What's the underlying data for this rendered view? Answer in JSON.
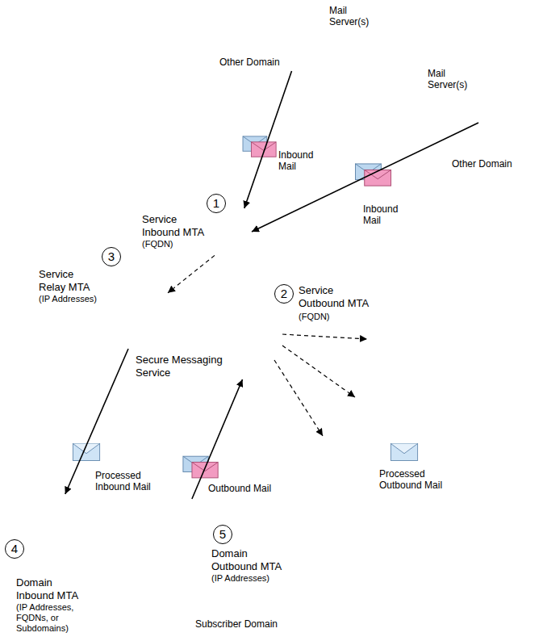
{
  "diagram": {
    "nodes": [
      {
        "text": [
          "Other Domain"
        ]
      },
      {
        "text": [
          "Mail Server(s)"
        ],
        "in": 0
      },
      {
        "text": [
          "Other Domain"
        ]
      },
      {
        "text": [
          "Mail Server(s)"
        ],
        "in": 2
      },
      {
        "text": [
          "Secure Messaging Service"
        ]
      },
      {
        "text": [
          "Service Inbound MTA",
          "(FQDN)"
        ],
        "in": 4
      },
      {
        "text": [
          "Service Relay MTA",
          "(IP Addresses)"
        ],
        "in": 4
      },
      {
        "text": [
          "Service Outbound MTA",
          "(FQDN)"
        ],
        "in": 4
      },
      {
        "text": [
          "Subscriber Domain"
        ]
      },
      {
        "text": [
          "Domain Inbound MTA",
          "(IP Addresses, FQDNs, or Subdomains)"
        ],
        "in": 8
      },
      {
        "text": [
          "Domain Outbound MTA",
          "(IP Addresses)"
        ],
        "in": 8
      }
    ],
    "edges": [
      {
        "from": 1,
        "to": 5,
        "arrow": "to",
        "label": "Inbound Mail"
      },
      {
        "from": 3,
        "to": 5,
        "arrow": "to",
        "label": "Inbound Mail"
      },
      {
        "from": 5,
        "to": 6,
        "arrow": "to"
      },
      {
        "from": 6,
        "to": 9,
        "arrow": "to",
        "label": "Processed Inbound Mail"
      },
      {
        "from": 10,
        "to": 7,
        "arrow": "to",
        "label": "Outbound Mail"
      }
    ],
    "labels": [
      "1",
      "2",
      "3",
      "4",
      "5",
      "Processed Outbound Mail"
    ]
  }
}
